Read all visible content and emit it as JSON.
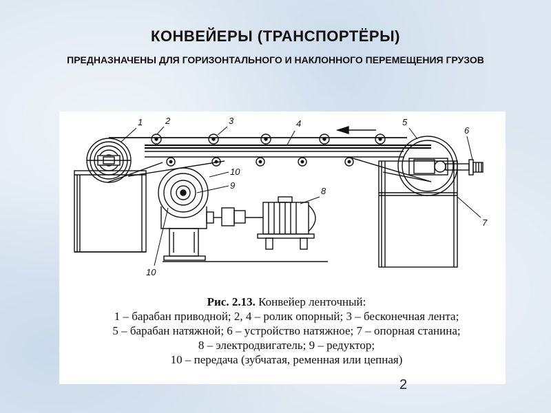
{
  "slide": {
    "title": "КОНВЕЙЕРЫ (ТРАНСПОРТЁРЫ)",
    "subtitle": "ПРЕДНАЗНАЧЕНЫ ДЛЯ ГОРИЗОНТАЛЬНОГО И НАКЛОННОГО ПЕРЕМЕЩЕНИЯ ГРУЗОВ",
    "page_number": "2"
  },
  "figure": {
    "callouts": [
      "1",
      "2",
      "3",
      "4",
      "5",
      "6",
      "10",
      "9",
      "8",
      "7",
      "10"
    ],
    "caption": {
      "label": "Рис. 2.13.",
      "title": "Конвейер ленточный:",
      "lines": [
        "1 – барабан приводной; 2, 4 – ролик опорный; 3 – бесконечная лента;",
        "5 – барабан натяжной; 6 – устройство натяжное; 7 – опорная станина;",
        "8 – электродвигатель; 9 – редуктор;",
        "10 – передача (зубчатая, ременная или цепная)"
      ]
    }
  }
}
